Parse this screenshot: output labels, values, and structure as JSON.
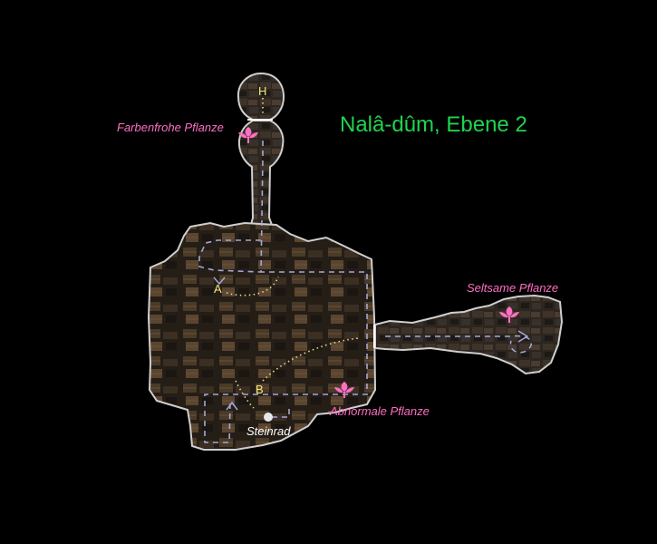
{
  "map": {
    "title": "Nalâ-dûm, Ebene 2",
    "title_color": "#1fd34d",
    "plant_color": "#ff6fc3",
    "marker_color": "#f6e67d",
    "plants": [
      {
        "label": "Farbenfrohe Pflanze",
        "icon": "plant-icon"
      },
      {
        "label": "Seltsame Pflanze",
        "icon": "plant-icon"
      },
      {
        "label": "Abnormale Pflanze",
        "icon": "plant-icon"
      }
    ],
    "markers": {
      "h": "H",
      "a": "A",
      "b": "B"
    },
    "steinrad": {
      "label": "Steinrad",
      "icon": "wheel-icon"
    }
  }
}
